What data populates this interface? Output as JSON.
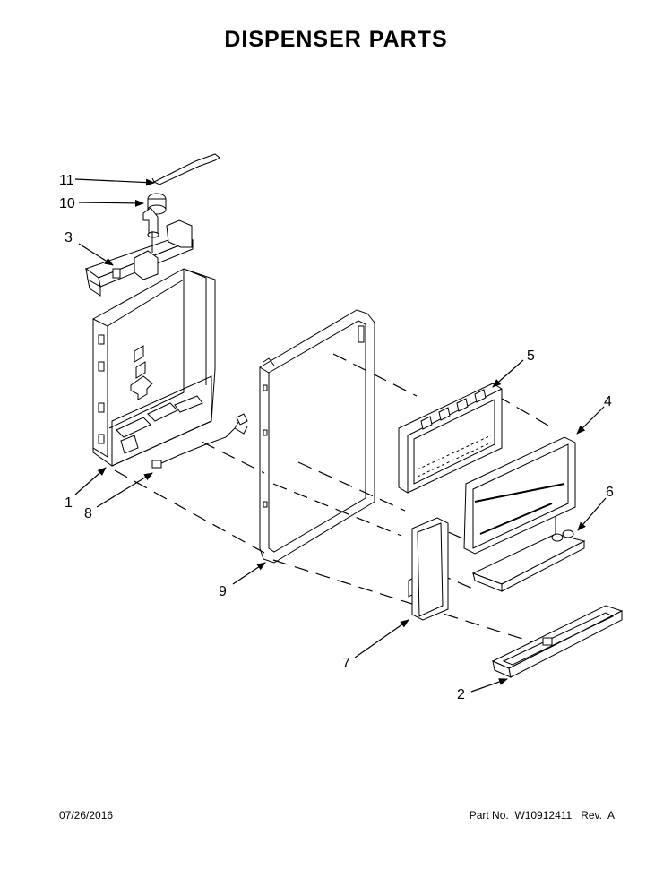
{
  "title": "DISPENSER PARTS",
  "callouts": [
    {
      "id": "11",
      "label": "11"
    },
    {
      "id": "10",
      "label": "10"
    },
    {
      "id": "3",
      "label": "3"
    },
    {
      "id": "5",
      "label": "5"
    },
    {
      "id": "4",
      "label": "4"
    },
    {
      "id": "6",
      "label": "6"
    },
    {
      "id": "1",
      "label": "1"
    },
    {
      "id": "8",
      "label": "8"
    },
    {
      "id": "9",
      "label": "9"
    },
    {
      "id": "7",
      "label": "7"
    },
    {
      "id": "2",
      "label": "2"
    }
  ],
  "footer": {
    "date": "07/26/2016",
    "part_info": "Part No.  W10912411   Rev.  A"
  }
}
